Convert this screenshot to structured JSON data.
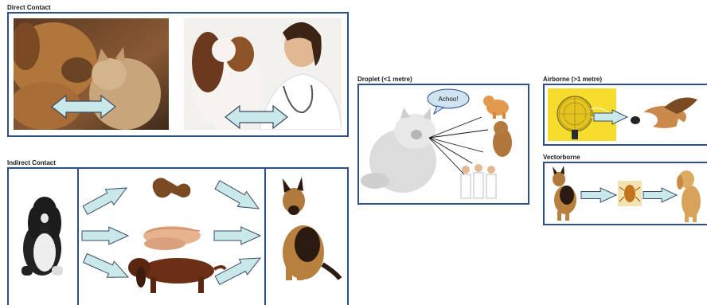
{
  "colors": {
    "frame": "#2f4f8a",
    "arrow_fill": "#c9e8ea",
    "arrow_stroke": "#3a4a66",
    "bubble_fill": "#cfe3f0",
    "yellow_bg": "#f6dc2c"
  },
  "direct_contact": {
    "title": "Direct Contact"
  },
  "indirect_contact": {
    "title": "Indirect Contact"
  },
  "droplet": {
    "title": "Droplet (<1 metre)",
    "speech": "Achoo!"
  },
  "airborne": {
    "title": "Airborne (>1 metre)"
  },
  "vectorborne": {
    "title": "Vectorborne"
  },
  "icons": [
    "dog-icon",
    "cat-icon",
    "veterinarian-icon",
    "dog-treat-icon",
    "hands-icon",
    "dachshund-icon",
    "german-shepherd-icon",
    "fan-icon",
    "flea-icon",
    "golden-retriever-icon",
    "beagle-icon",
    "persian-cat-icon",
    "people-icon",
    "spaniel-icon"
  ]
}
